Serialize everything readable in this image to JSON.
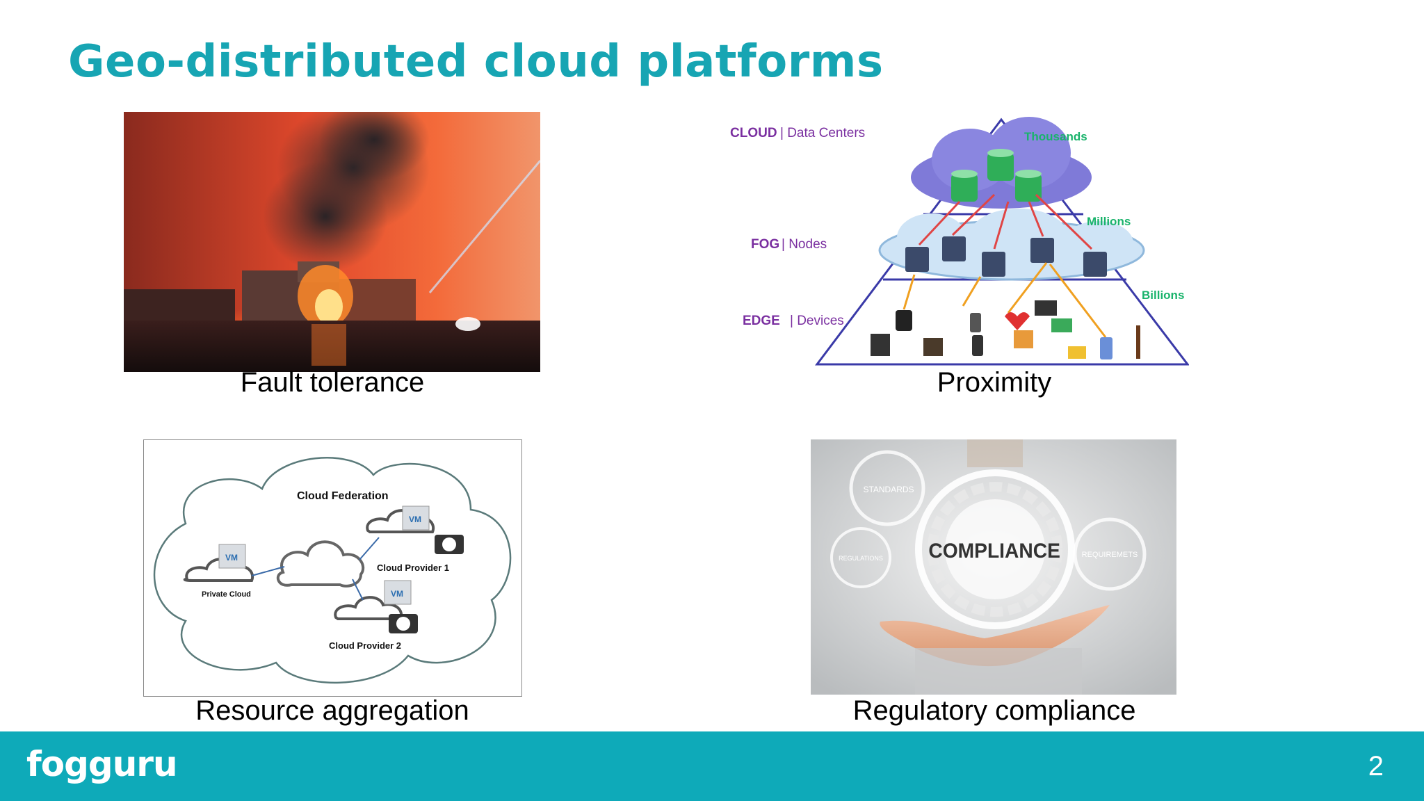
{
  "slide": {
    "title": "Geo-distributed cloud platforms",
    "page_number": "2"
  },
  "panels": {
    "fault": {
      "caption": "Fault tolerance"
    },
    "proximity": {
      "caption": "Proximity",
      "cloud_label_bold": "CLOUD",
      "cloud_label_rest": "| Data Centers",
      "fog_label_bold": "FOG",
      "fog_label_rest": "| Nodes",
      "edge_label_bold": "EDGE",
      "edge_label_rest": "| Devices",
      "count_cloud": "Thousands",
      "count_fog": "Millions",
      "count_edge": "Billions"
    },
    "resource": {
      "caption": "Resource aggregation",
      "federation_label": "Cloud Federation",
      "vm_label": "VM",
      "private_cloud": "Private Cloud",
      "provider1": "Cloud Provider 1",
      "provider2": "Cloud Provider 2"
    },
    "compliance": {
      "caption": "Regulatory compliance",
      "center_label": "COMPLIANCE",
      "standards": "STANDARDS",
      "regulations": "REGULATIONS",
      "requirements": "REQUIREMETS"
    }
  },
  "footer": {
    "logo_text": "fog",
    "logo_text2": "guru"
  },
  "colors": {
    "title": "#17a5b3",
    "footer": "#0eaab9",
    "purple": "#7a2fa0",
    "green": "#19b36b"
  }
}
